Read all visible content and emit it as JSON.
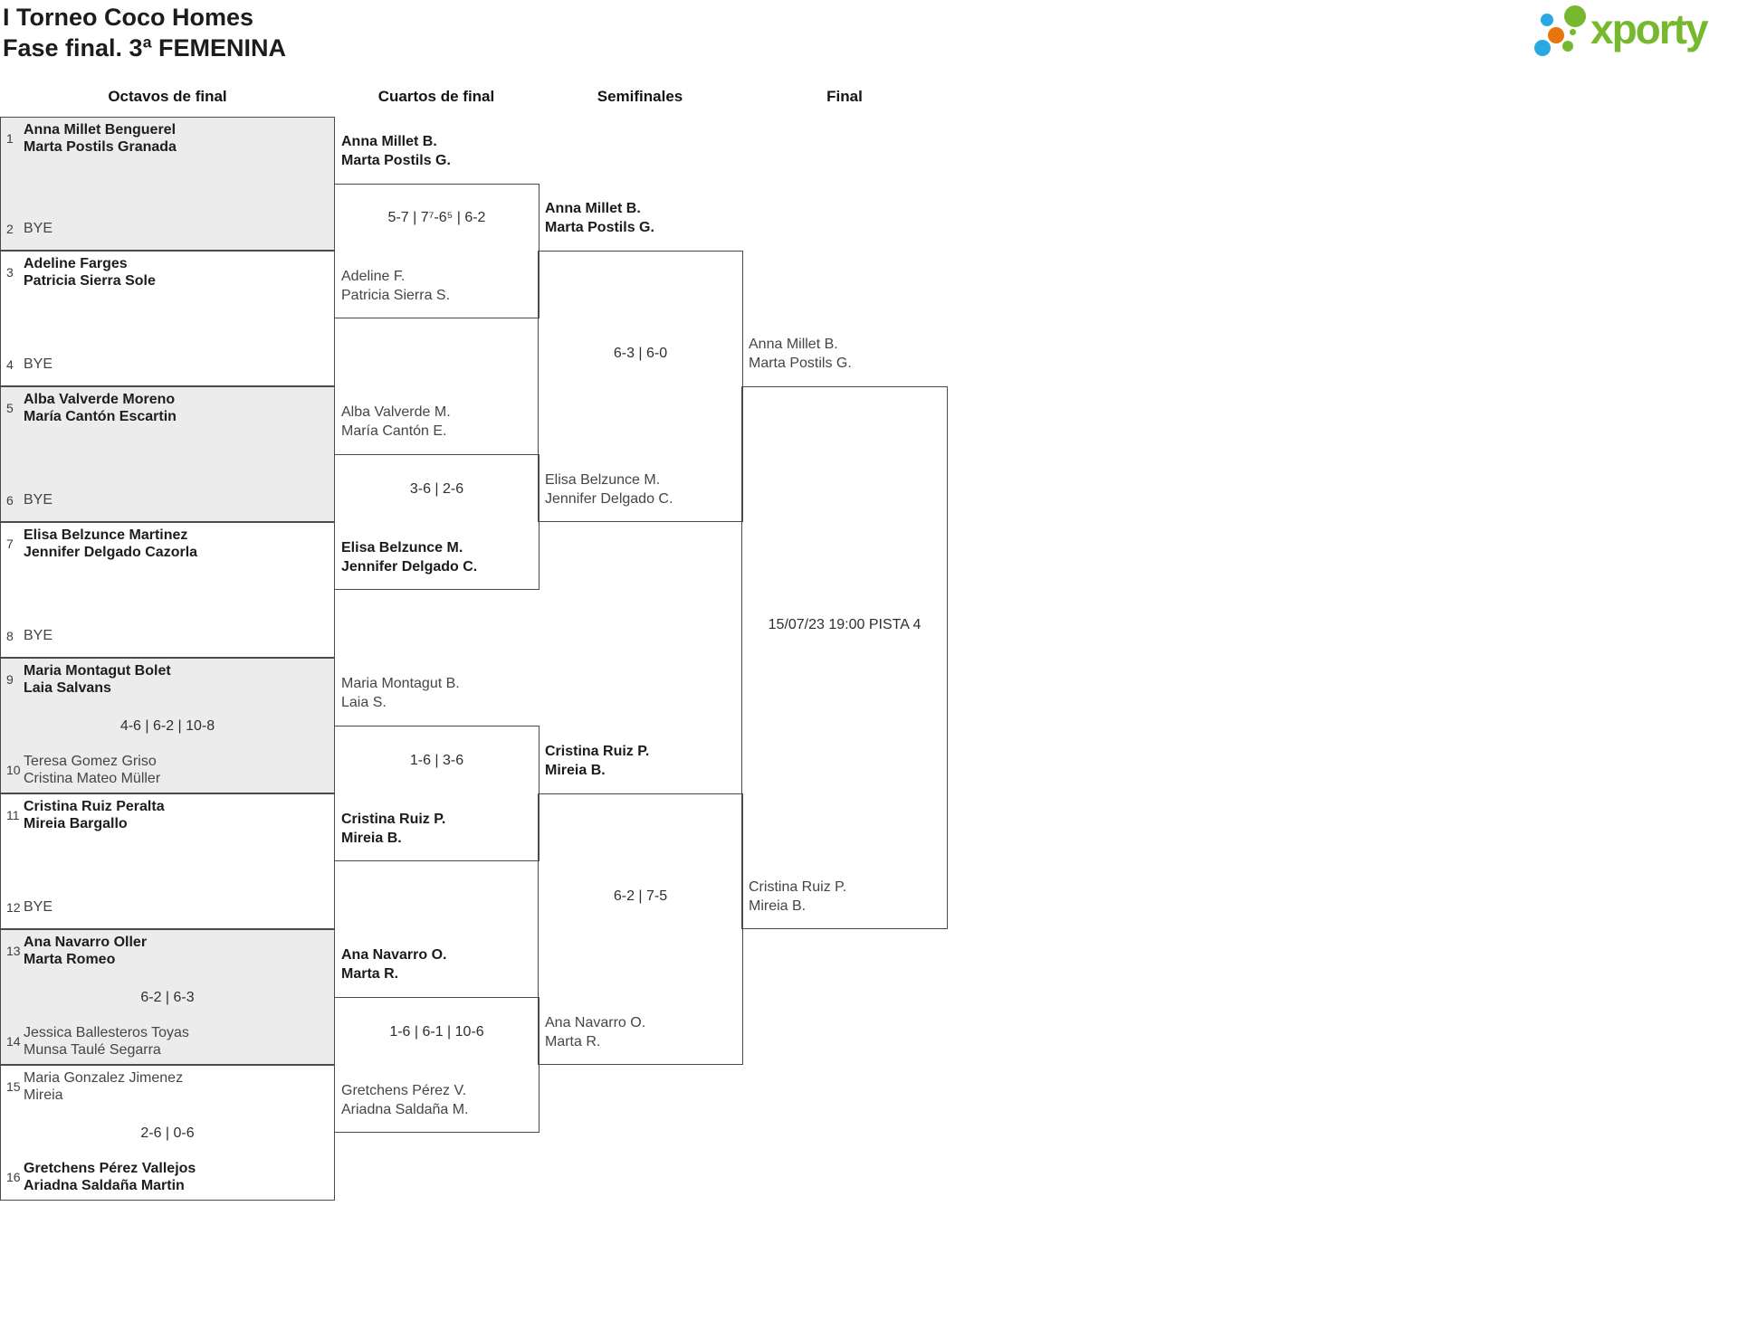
{
  "header": {
    "title_line1": "I Torneo Coco Homes",
    "title_line2": "Fase final. 3ª FEMENINA"
  },
  "logo": {
    "brand": "xporty",
    "green": "#76b82e",
    "blue": "#29a9e1",
    "orange": "#e8740c"
  },
  "round_headers": [
    "Octavos de final",
    "Cuartos de final",
    "Semifinales",
    "Final"
  ],
  "octavos": [
    {
      "seed_a": "1",
      "a1": "Anna Millet Benguerel",
      "a2": "Marta Postils Granada",
      "seed_b": "2",
      "b1": "BYE"
    },
    {
      "seed_a": "3",
      "a1": "Adeline Farges",
      "a2": "Patricia Sierra Sole",
      "seed_b": "4",
      "b1": "BYE"
    },
    {
      "seed_a": "5",
      "a1": "Alba Valverde Moreno",
      "a2": "María Cantón Escartin",
      "seed_b": "6",
      "b1": "BYE"
    },
    {
      "seed_a": "7",
      "a1": "Elisa Belzunce Martinez",
      "a2": "Jennifer Delgado Cazorla",
      "seed_b": "8",
      "b1": "BYE"
    },
    {
      "seed_a": "9",
      "a1": "Maria Montagut Bolet",
      "a2": "Laia Salvans",
      "score": "4-6 | 6-2 | 10-8",
      "seed_b": "10",
      "b1": "Teresa Gomez Griso",
      "b2": "Cristina Mateo Müller"
    },
    {
      "seed_a": "11",
      "a1": "Cristina Ruiz Peralta",
      "a2": "Mireia Bargallo",
      "seed_b": "12",
      "b1": "BYE"
    },
    {
      "seed_a": "13",
      "a1": "Ana Navarro Oller",
      "a2": "Marta Romeo",
      "score": "6-2 | 6-3",
      "seed_b": "14",
      "b1": "Jessica Ballesteros Toyas",
      "b2": "Munsa Taulé Segarra"
    },
    {
      "seed_a": "15",
      "a1": "Maria Gonzalez Jimenez",
      "a2": "Mireia",
      "score": "2-6 | 0-6",
      "seed_b": "16",
      "b1": "Gretchens Pérez Vallejos",
      "b2": "Ariadna Saldaña Martin"
    }
  ],
  "cuartos": [
    {
      "top1": "Anna Millet B.",
      "top2": "Marta Postils G.",
      "score": "5-7 | 7⁷-6⁵ | 6-2",
      "bot1": "Adeline F.",
      "bot2": "Patricia Sierra S."
    },
    {
      "top1": "Alba Valverde M.",
      "top2": "María Cantón E.",
      "score": "3-6 | 2-6",
      "bot1": "Elisa Belzunce M.",
      "bot2": "Jennifer Delgado C."
    },
    {
      "top1": "Maria Montagut B.",
      "top2": "Laia S.",
      "score": "1-6 | 3-6",
      "bot1": "Cristina Ruiz P.",
      "bot2": "Mireia B."
    },
    {
      "top1": "Ana Navarro O.",
      "top2": "Marta R.",
      "score": "1-6 | 6-1 | 10-6",
      "bot1": "Gretchens Pérez V.",
      "bot2": "Ariadna Saldaña M."
    }
  ],
  "semifinales": [
    {
      "top1": "Anna Millet B.",
      "top2": "Marta Postils G.",
      "score": "6-3 | 6-0",
      "bot1": "Elisa Belzunce M.",
      "bot2": "Jennifer Delgado C."
    },
    {
      "top1": "Cristina Ruiz P.",
      "top2": "Mireia B.",
      "score": "6-2 | 7-5",
      "bot1": "Ana Navarro O.",
      "bot2": "Marta R."
    }
  ],
  "final": {
    "top1": "Anna Millet B.",
    "top2": "Marta Postils G.",
    "schedule": "15/07/23 19:00 PISTA 4",
    "bot1": "Cristina Ruiz P.",
    "bot2": "Mireia B."
  }
}
